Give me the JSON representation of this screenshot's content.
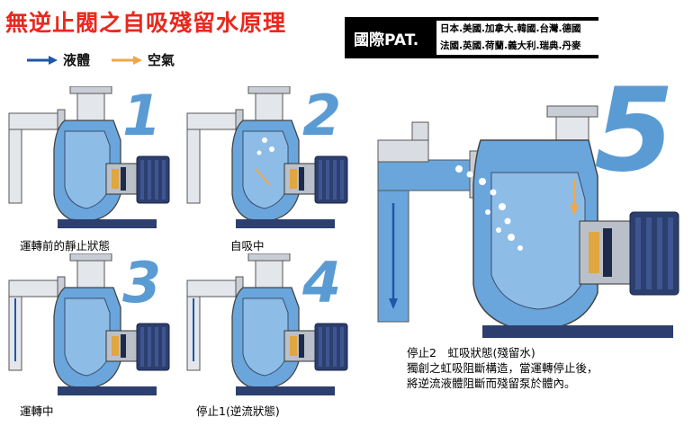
{
  "title": "無逆止閥之自吸殘留水原理",
  "legend": {
    "liquid_label": "液體",
    "air_label": "空氣",
    "liquid_color": "#1e56a8",
    "air_color": "#f2a64a"
  },
  "patent": {
    "label": "國際PAT.",
    "line1": "日本.美國.加拿大.韓國.台灣.德國",
    "line2": "法國.英國.荷蘭.義大利.瑞典.丹麥"
  },
  "stages": [
    {
      "number": "1",
      "caption": "運轉前的靜止狀態"
    },
    {
      "number": "2",
      "caption": "自吸中"
    },
    {
      "number": "3",
      "caption": "運轉中"
    },
    {
      "number": "4",
      "caption": "停止1(逆流狀態)"
    },
    {
      "number": "5",
      "caption": "停止2　虹吸狀態(殘留水)"
    }
  ],
  "description": {
    "line1": "獨創之虹吸阻斷構造，當運轉停止後，",
    "line2": "將逆流液體阻斷而殘留泵於體內。"
  },
  "colors": {
    "number": "#5b9bd3",
    "water": "#6aa6dc",
    "metal": "#d9dde3",
    "motor": "#2c3f6e",
    "title": "#e8281e"
  }
}
